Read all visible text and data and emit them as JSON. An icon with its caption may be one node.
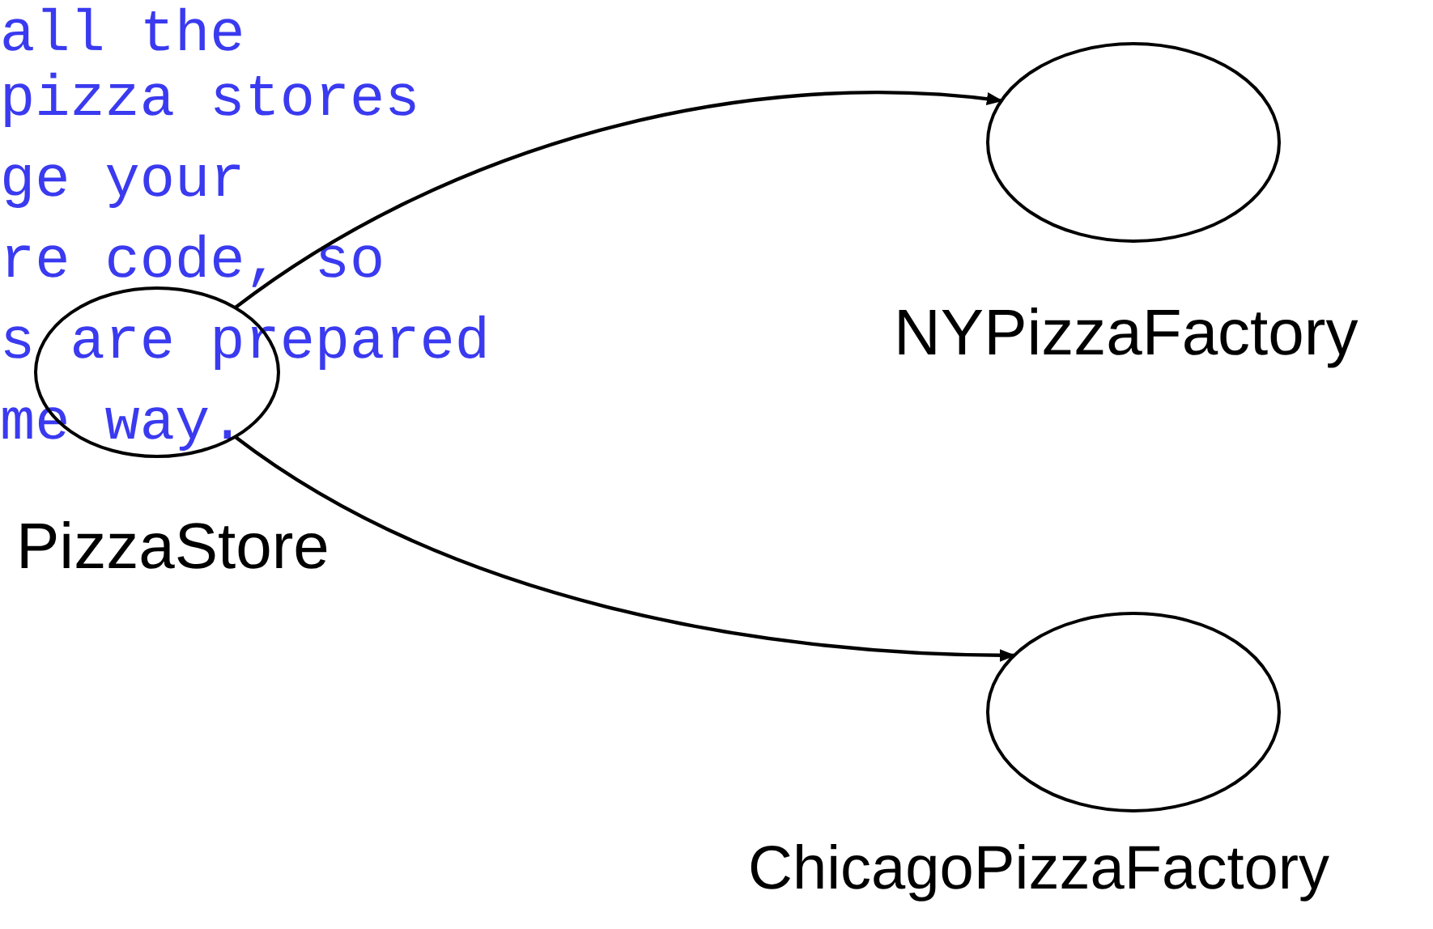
{
  "diagram": {
    "nodes": [
      {
        "text": [
          "PizzaStore"
        ]
      },
      {
        "text": [
          "NYPizzaFactory"
        ]
      },
      {
        "text": [
          "ChicagoPizzaFactory"
        ]
      }
    ],
    "edges": [
      {
        "from": 0,
        "to": 1,
        "arrow": "to"
      },
      {
        "from": 0,
        "to": 2,
        "arrow": "to"
      }
    ],
    "labels": [
      "all the",
      "pizza stores",
      "ge your",
      "re code, so",
      "s are prepared",
      "me way."
    ]
  }
}
